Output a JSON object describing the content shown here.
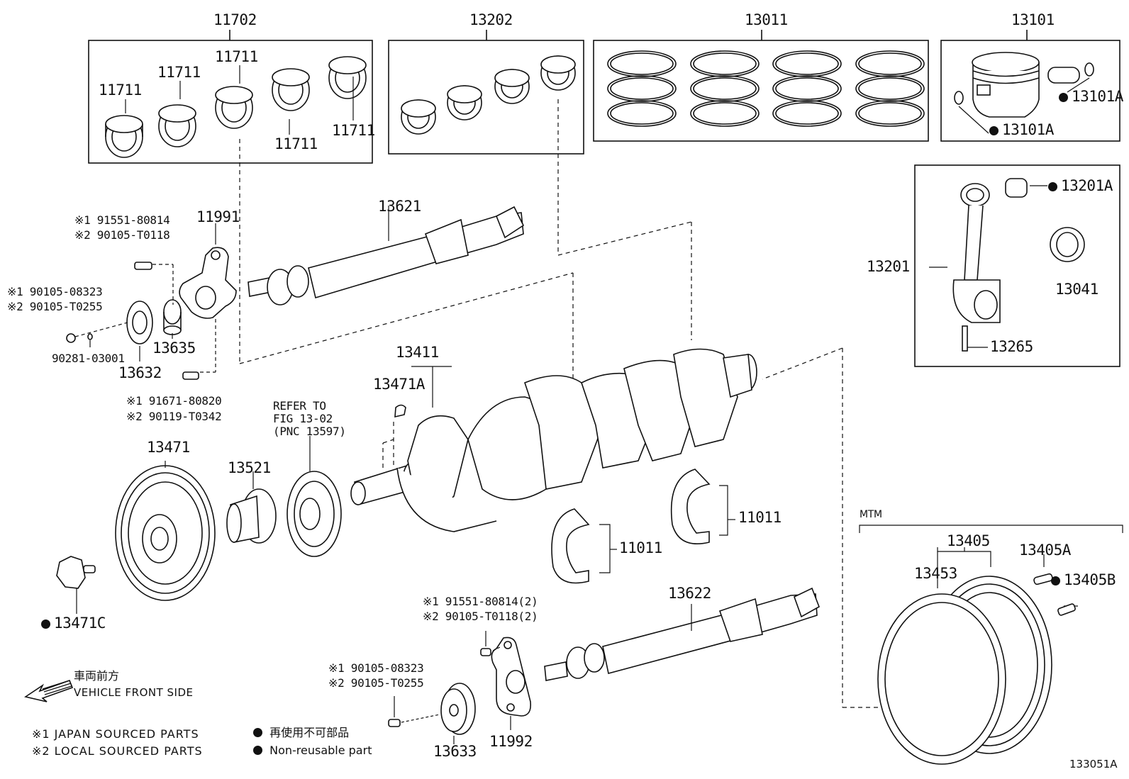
{
  "groups": {
    "bearing_set": "11702",
    "con_rod_bearing_set": "13202",
    "piston_ring_set": "13011",
    "piston_sub_assy": "13101"
  },
  "labels": {
    "bearing_a": "11711",
    "bearing_b": "11711",
    "bearing_c": "11711",
    "bearing_d": "11711",
    "bearing_e": "11711",
    "piston_pin_a": "13101A",
    "piston_pin_b": "13101A",
    "rod_bushing": "13201A",
    "connecting_rod": "13201",
    "rod_bearing": "13041",
    "rod_bolt": "13265",
    "balance_shaft_1": "13621",
    "balance_shaft_2": "13622",
    "plate_1": "11991",
    "plate_2": "11992",
    "gear_spacer": "13635",
    "shaft_gear_1": "13632",
    "shaft_gear_2": "13633",
    "washer": "90281-03001",
    "crankshaft": "13411",
    "crank_key": "13471A",
    "pulley": "13471",
    "pulley_bolt": "13471C",
    "crank_gear": "13521",
    "thrust_washer_a": "11011",
    "thrust_washer_b": "11011",
    "mtm": "MTM",
    "flywheel": "13405",
    "ring_gear": "13453",
    "flywheel_pin": "13405A",
    "flywheel_bolt": "13405B",
    "code": "133051A"
  },
  "notes": {
    "bolt1_j": "※1 91551-80814",
    "bolt1_l": "※2 90105-T0118",
    "bolt2_j": "※1 90105-08323",
    "bolt2_l": "※2 90105-T0255",
    "bolt3_j": "※1 91671-80820",
    "bolt3_l": "※2 90119-T0342",
    "refer_1": "REFER TO",
    "refer_2": "FIG 13-02",
    "refer_3": "(PNC 13597)",
    "bolt4_j": "※1 91551-80814(2)",
    "bolt4_l": "※2 90105-T0118(2)",
    "bolt5_j": "※1 90105-08323",
    "bolt5_l": "※2 90105-T0255"
  },
  "legend": {
    "front_jp": "車両前方",
    "front_en": "VEHICLE FRONT SIDE",
    "japan": "※1 JAPAN SOURCED PARTS",
    "local": "※2 LOCAL SOURCED PARTS",
    "nonreuse_jp": "再使用不可部品",
    "nonreuse_en": "Non-reusable part"
  }
}
